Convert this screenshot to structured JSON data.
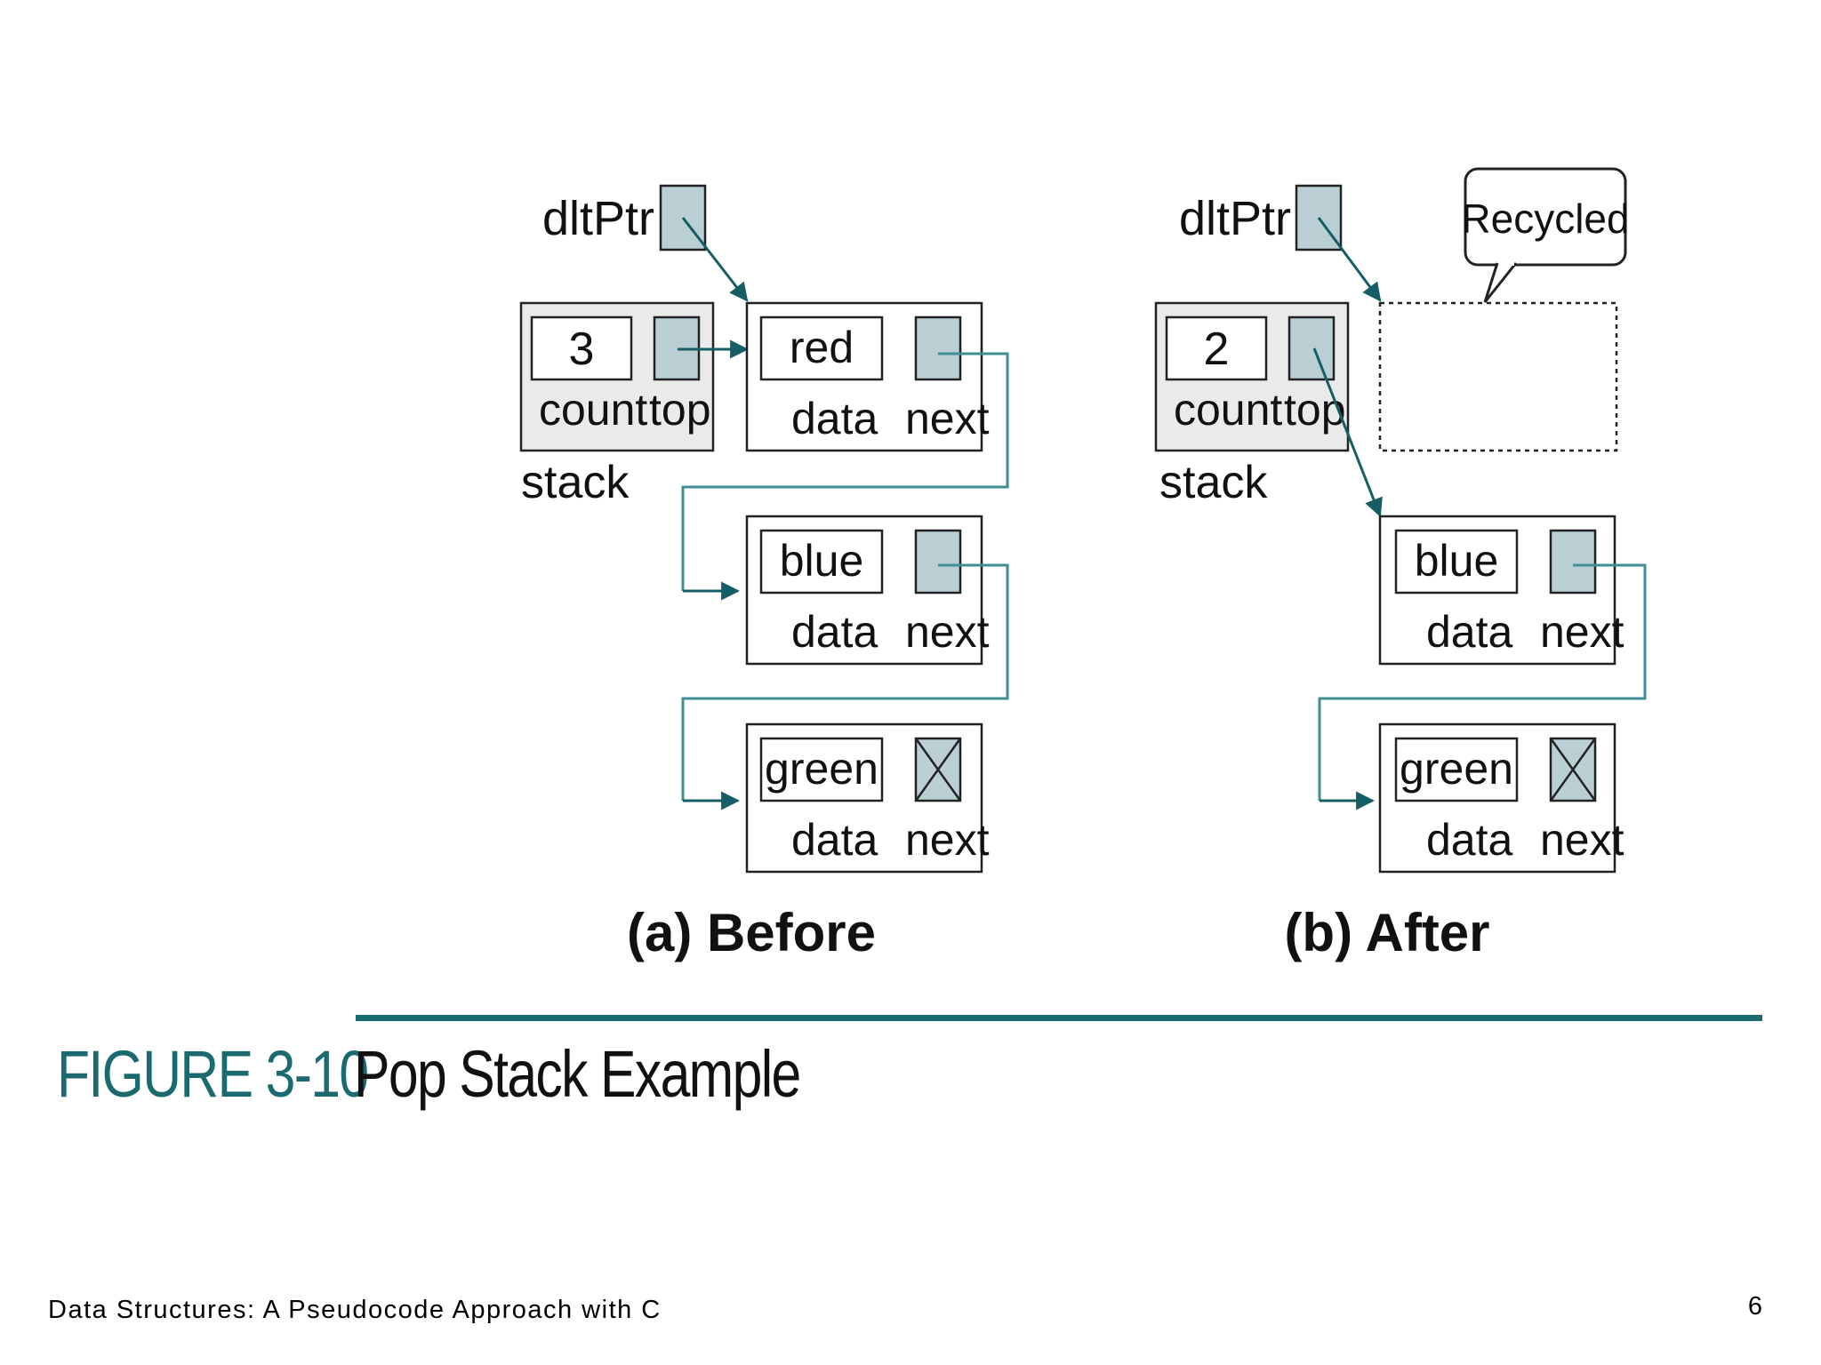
{
  "panels": [
    {
      "caption": "(a) Before",
      "dltptr_label": "dltPtr",
      "stack": {
        "count": "3",
        "count_label": "count",
        "top_label": "top",
        "stack_label": "stack"
      },
      "nodes": [
        {
          "data": "red",
          "data_label": "data",
          "next_label": "next"
        },
        {
          "data": "blue",
          "data_label": "data",
          "next_label": "next"
        },
        {
          "data": "green",
          "data_label": "data",
          "next_label": "next"
        }
      ]
    },
    {
      "caption": "(b) After",
      "dltptr_label": "dltPtr",
      "recycled_label": "Recycled",
      "stack": {
        "count": "2",
        "count_label": "count",
        "top_label": "top",
        "stack_label": "stack"
      },
      "nodes": [
        {
          "data": "blue",
          "data_label": "data",
          "next_label": "next"
        },
        {
          "data": "green",
          "data_label": "data",
          "next_label": "next"
        }
      ]
    }
  ],
  "figure": {
    "number": "FIGURE 3-10",
    "title": "Pop Stack Example"
  },
  "footer": {
    "text": "Data Structures: A Pseudocode Approach with C",
    "page": "6"
  },
  "colors": {
    "accent": "#1a6a70",
    "pointer_fill": "#b9cfd4",
    "link": "#3f8f95"
  }
}
